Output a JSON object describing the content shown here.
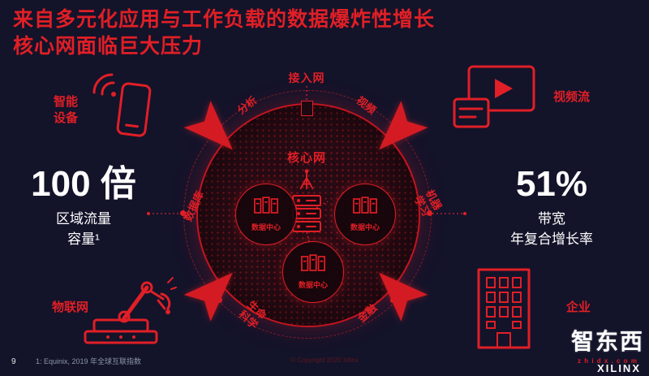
{
  "slide": {
    "title_line1": "来自多元化应用与工作负载的数据爆炸性增长",
    "title_line2": "核心网面临巨大压力"
  },
  "left_panel": {
    "smart_devices_label": "智能\n设备",
    "stat_value": "100 倍",
    "stat_caption_line1": "区域流量",
    "stat_caption_line2": "容量¹",
    "iot_label": "物联网"
  },
  "right_panel": {
    "video_stream_label": "视频流",
    "stat_value": "51%",
    "stat_caption_line1": "带宽",
    "stat_caption_line2": "年复合增长率",
    "enterprise_label": "企业"
  },
  "diagram": {
    "access_network_label": "接入网",
    "core_network_label": "核心网",
    "edge_labels": {
      "analytics": "分析",
      "video": "视频",
      "database": "数据库",
      "machine_learning": "机器\n学习",
      "life_science": "生命\n科学",
      "finance": "金融"
    },
    "data_center_labels": [
      "数据中心",
      "数据中心",
      "数据中心"
    ]
  },
  "footer": {
    "page_number": "9",
    "footnote": "1:  Equinix, 2019 年全球互联指数",
    "copyright": "© Copyright 2020 Xilinx"
  },
  "branding": {
    "logo_text": "XILINX",
    "watermark_name": "智东西",
    "watermark_domain": "z h i d x . c o m"
  },
  "colors": {
    "background": "#13132a",
    "accent_red": "#e01f26",
    "text_white": "#ffffff"
  }
}
